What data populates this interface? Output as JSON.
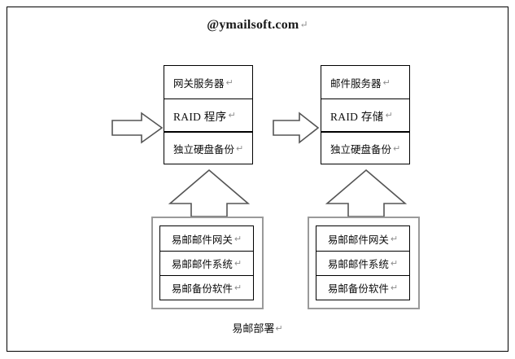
{
  "title": {
    "text": "@ymailsoft.com",
    "pilcrow": "↵"
  },
  "caption": {
    "text": "易邮部署",
    "pilcrow": "↵"
  },
  "colors": {
    "frame_border": "#000000",
    "box_border": "#000000",
    "group_border": "#9a9a9a",
    "arrow_stroke": "#3a3a3a",
    "arrow_fill": "#ffffff",
    "arrow_shadow": "#9a9a9a",
    "background": "#ffffff",
    "text": "#0d0d0d",
    "pilcrow": "#8e8e8e"
  },
  "top_boxes": [
    {
      "name": "gateway-server-stack",
      "rows": [
        {
          "label": "网关服务器",
          "pilcrow": "↵",
          "serif": false
        },
        {
          "label": "RAID 程序",
          "pilcrow": "↵",
          "serif": true
        },
        {
          "label": "独立硬盘备份",
          "pilcrow": "↵",
          "serif": false
        }
      ]
    },
    {
      "name": "mail-server-stack",
      "rows": [
        {
          "label": "邮件服务器",
          "pilcrow": "↵",
          "serif": false
        },
        {
          "label": "RAID 存储",
          "pilcrow": "↵",
          "serif": true
        },
        {
          "label": "独立硬盘备份",
          "pilcrow": "↵",
          "serif": false
        }
      ]
    }
  ],
  "bottom_boxes": [
    {
      "name": "ymail-products-left",
      "rows": [
        {
          "label": "易邮邮件网关",
          "pilcrow": "↵"
        },
        {
          "label": "易邮邮件系统",
          "pilcrow": "↵"
        },
        {
          "label": "易邮备份软件",
          "pilcrow": "↵"
        }
      ]
    },
    {
      "name": "ymail-products-right",
      "rows": [
        {
          "label": "易邮邮件网关",
          "pilcrow": "↵"
        },
        {
          "label": "易邮邮件系统",
          "pilcrow": "↵"
        },
        {
          "label": "易邮备份软件",
          "pilcrow": "↵"
        }
      ]
    }
  ],
  "arrows": [
    {
      "name": "inbound-right-arrow",
      "direction": "right"
    },
    {
      "name": "gateway-to-mail-right-arrow",
      "direction": "right"
    },
    {
      "name": "left-products-up-arrow",
      "direction": "up"
    },
    {
      "name": "right-products-up-arrow",
      "direction": "up"
    }
  ]
}
